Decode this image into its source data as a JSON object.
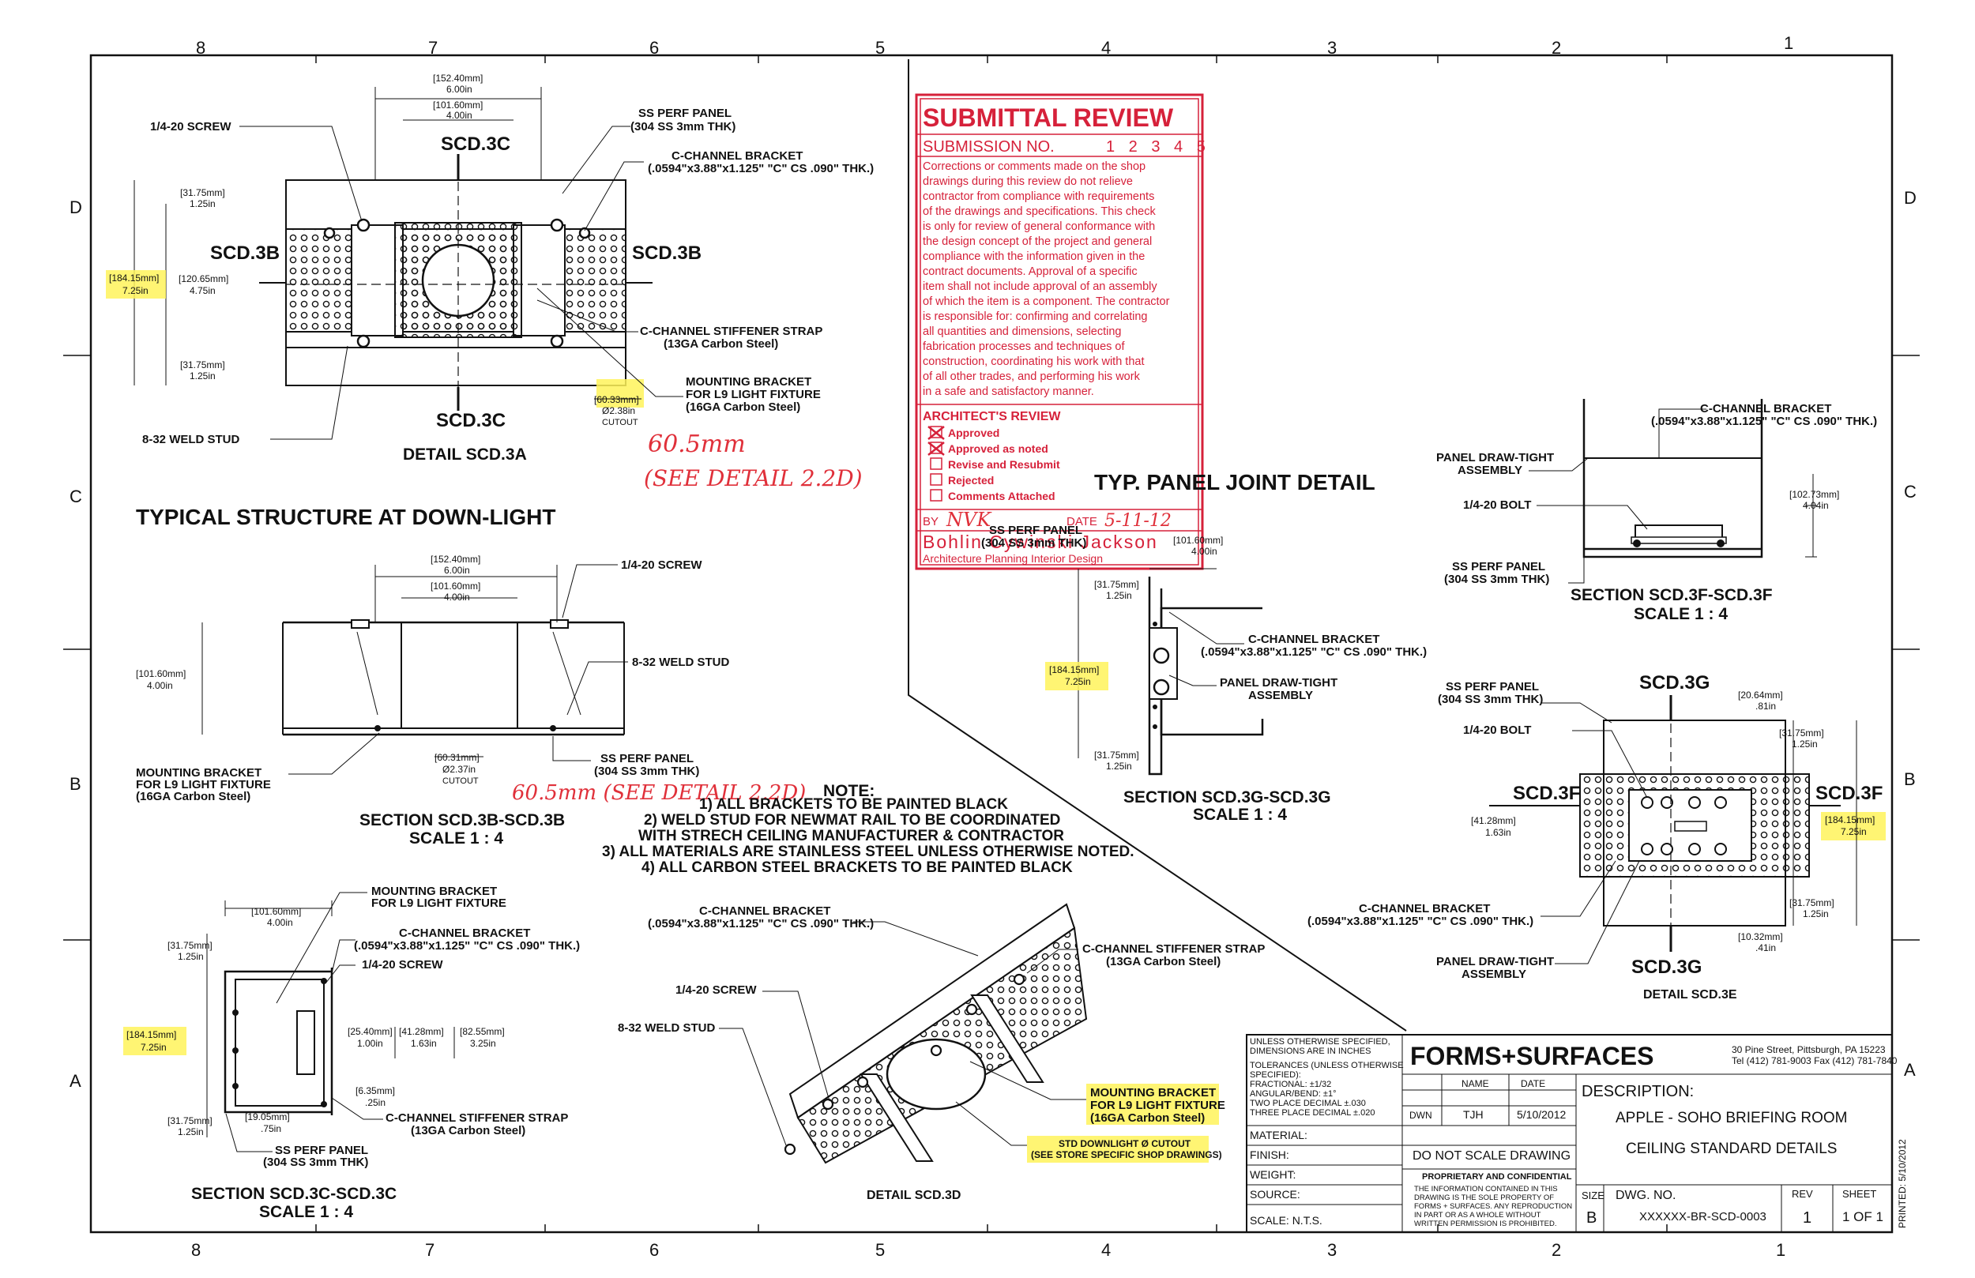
{
  "grid": {
    "columns": [
      "8",
      "7",
      "6",
      "5",
      "4",
      "3",
      "2",
      "1"
    ],
    "rows": [
      "D",
      "C",
      "B",
      "A"
    ]
  },
  "stamp": {
    "title": "SUBMITTAL REVIEW",
    "submission_label": "SUBMISSION NO.",
    "submission_numbers": "1 2 3 4 5",
    "body": [
      "Corrections or comments made on the shop",
      "drawings during this review do not relieve",
      "contractor from compliance with requirements",
      "of the drawings and specifications. This check",
      "is only for review of general conformance with",
      "the design concept of the project and general",
      "compliance with the information given in the",
      "contract documents. Approval of a specific",
      "item shall not include approval of an assembly",
      "of which the item is a component. The contractor",
      "is responsible for: confirming and correlating",
      "all quantities and dimensions, selecting",
      "fabrication processes and techniques of",
      "construction, coordinating his work with that",
      "of all other trades, and performing his work",
      "in a safe and satisfactory manner."
    ],
    "review_title": "ARCHITECT'S REVIEW",
    "options": [
      "Approved",
      "Approved as noted",
      "Revise and Resubmit",
      "Rejected",
      "Comments Attached"
    ],
    "by_label": "BY",
    "by_value": "NVK",
    "date_label": "DATE",
    "date_value": "5-11-12",
    "firm": "Bohlin Cywinski Jackson",
    "firm_sub": "Architecture Planning Interior Design"
  },
  "detail_3a": {
    "title": "DETAIL SCD.3A",
    "dim_top1": "[152.40mm]",
    "dim_top1b": "6.00in",
    "dim_top2": "[101.60mm]",
    "dim_top2b": "4.00in",
    "dim_l1": "[31.75mm]",
    "dim_l1b": "1.25in",
    "dim_l2": "[120.65mm]",
    "dim_l2b": "4.75in",
    "dim_l3": "[31.75mm]",
    "dim_l3b": "1.25in",
    "dim_h": "[184.15mm]",
    "dim_hb": "7.25in",
    "cut_dim": "[60.33mm]",
    "cut_dimb": "Ø2.38in",
    "cut_label": "CUTOUT",
    "sec_top": "SCD.3C",
    "sec_bot": "SCD.3C",
    "sec_left": "SCD.3B",
    "sec_right": "SCD.3B",
    "screw": "1/4-20 SCREW",
    "weld": "8-32 WELD STUD",
    "perf1": "SS PERF PANEL",
    "perf2": "(304 SS 3mm THK)",
    "cchan1": "C-CHANNEL BRACKET",
    "cchan2": "(.0594\"x3.88\"x1.125\" \"C\" CS .090\" THK.)",
    "strap1": "C-CHANNEL STIFFENER STRAP",
    "strap2": "(13GA Carbon Steel)",
    "mount1": "MOUNTING BRACKET",
    "mount2": "FOR L9 LIGHT FIXTURE",
    "mount3": "(16GA Carbon Steel)",
    "hand1": "60.5mm",
    "hand2": "(SEE DETAIL 2.2D)"
  },
  "typical_title": "TYPICAL STRUCTURE AT DOWN-LIGHT",
  "section_3b": {
    "title": "SECTION SCD.3B-SCD.3B",
    "scale": "SCALE 1 : 4",
    "dim_top1": "[152.40mm]",
    "dim_top1b": "6.00in",
    "dim_top2": "[101.60mm]",
    "dim_top2b": "4.00in",
    "dim_l": "[101.60mm]",
    "dim_lb": "4.00in",
    "cut_dim": "[60.31mm]",
    "cut_dimb": "Ø2.37in",
    "cut_label": "CUTOUT",
    "screw": "1/4-20 SCREW",
    "weld": "8-32 WELD STUD",
    "mount1": "MOUNTING BRACKET",
    "mount2": "FOR L9 LIGHT FIXTURE",
    "mount3": "(16GA Carbon Steel)",
    "perf1": "SS PERF PANEL",
    "perf2": "(304 SS 3mm THK)",
    "hand": "60.5mm (SEE DETAIL 2.2D)"
  },
  "notes": {
    "title": "NOTE:",
    "items": [
      "1) ALL BRACKETS TO BE PAINTED BLACK",
      "2) WELD STUD FOR NEWMAT RAIL TO BE COORDINATED",
      "WITH STRECH CEILING MANUFACTURER & CONTRACTOR",
      "3) ALL MATERIALS ARE STAINLESS STEEL UNLESS OTHERWISE NOTED.",
      "4) ALL CARBON STEEL BRACKETS TO BE PAINTED BLACK"
    ]
  },
  "section_3c": {
    "title": "SECTION SCD.3C-SCD.3C",
    "scale": "SCALE 1 : 4",
    "mount1": "MOUNTING BRACKET",
    "mount2": "FOR L9 LIGHT FIXTURE",
    "cchan1": "C-CHANNEL BRACKET",
    "cchan2": "(.0594\"x3.88\"x1.125\" \"C\" CS .090\" THK.)",
    "screw": "1/4-20 SCREW",
    "d_top": "[101.60mm]",
    "d_topb": "4.00in",
    "d_l1": "[31.75mm]",
    "d_l1b": "1.25in",
    "d_h": "[184.15mm]",
    "d_hb": "7.25in",
    "d_l2": "[31.75mm]",
    "d_l2b": "1.25in",
    "d_a": "[25.40mm]",
    "d_ab": "1.00in",
    "d_b": "[41.28mm]",
    "d_bb": "1.63in",
    "d_c": "[82.55mm]",
    "d_cb": "3.25in",
    "d_d": "[6.35mm]",
    "d_db": ".25in",
    "d_e": "[19.05mm]",
    "d_eb": ".75in",
    "strap1": "C-CHANNEL STIFFENER STRAP",
    "strap2": "(13GA Carbon Steel)",
    "perf1": "SS PERF PANEL",
    "perf2": "(304 SS 3mm THK)"
  },
  "detail_3d": {
    "title": "DETAIL SCD.3D",
    "cchan1": "C-CHANNEL BRACKET",
    "cchan2": "(.0594\"x3.88\"x1.125\" \"C\" CS .090\" THK.)",
    "strap1": "C-CHANNEL STIFFENER STRAP",
    "strap2": "(13GA Carbon Steel)",
    "screw": "1/4-20 SCREW",
    "weld": "8-32 WELD STUD",
    "mount1": "MOUNTING BRACKET",
    "mount2": "FOR L9 LIGHT FIXTURE",
    "mount3": "(16GA Carbon Steel)",
    "std1": "STD DOWNLIGHT Ø CUTOUT",
    "std2": "(SEE STORE SPECIFIC SHOP DRAWINGS)"
  },
  "joint_title": "TYP. PANEL JOINT DETAIL",
  "section_3g": {
    "title": "SECTION SCD.3G-SCD.3G",
    "scale": "SCALE 1 : 4",
    "perf1": "SS PERF PANEL",
    "perf2": "(304 SS 3mm THK)",
    "d_top": "[101.60mm]",
    "d_topb": "4.00in",
    "d_l1": "[31.75mm]",
    "d_l1b": "1.25in",
    "d_h": "[184.15mm]",
    "d_hb": "7.25in",
    "d_l2": "[31.75mm]",
    "d_l2b": "1.25in",
    "cchan1": "C-CHANNEL BRACKET",
    "cchan2": "(.0594\"x3.88\"x1.125\" \"C\" CS .090\" THK.)",
    "draw1": "PANEL DRAW-TIGHT",
    "draw2": "ASSEMBLY"
  },
  "section_3f": {
    "title": "SECTION SCD.3F-SCD.3F",
    "scale": "SCALE 1 : 4",
    "cchan1": "C-CHANNEL BRACKET",
    "cchan2": "(.0594\"x3.88\"x1.125\" \"C\" CS .090\" THK.)",
    "draw1": "PANEL DRAW-TIGHT",
    "draw2": "ASSEMBLY",
    "bolt": "1/4-20 BOLT",
    "perf1": "SS PERF PANEL",
    "perf2": "(304 SS 3mm THK)",
    "d_r": "[102.73mm]",
    "d_rb": "4.04in"
  },
  "detail_3e": {
    "title": "DETAIL SCD.3E",
    "sec_top": "SCD.3G",
    "sec_bot": "SCD.3G",
    "sec_left": "SCD.3F",
    "sec_right": "SCD.3F",
    "perf1": "SS PERF PANEL",
    "perf2": "(304 SS 3mm THK)",
    "bolt": "1/4-20 BOLT",
    "d_t": "[20.64mm]",
    "d_tb": ".81in",
    "d_r1": "[31.75mm]",
    "d_r1b": "1.25in",
    "d_h": "[184.15mm]",
    "d_hb": "7.25in",
    "d_l": "[41.28mm]",
    "d_lb": "1.63in",
    "d_r2": "[31.75mm]",
    "d_r2b": "1.25in",
    "d_b": "[10.32mm]",
    "d_bb": ".41in",
    "cchan1": "C-CHANNEL BRACKET",
    "cchan2": "(.0594\"x3.88\"x1.125\" \"C\" CS .090\" THK.)",
    "draw1": "PANEL DRAW-TIGHT",
    "draw2": "ASSEMBLY"
  },
  "title_block": {
    "unless1": "UNLESS OTHERWISE SPECIFIED,",
    "unless2": "DIMENSIONS ARE IN INCHES",
    "tol1": "TOLERANCES (UNLESS OTHERWISE",
    "tol2": "SPECIFIED):",
    "tol3": "FRACTIONAL: ±1/32",
    "tol4": "ANGULAR/BEND: ±1°",
    "tol5": "TWO PLACE DECIMAL   ±.030",
    "tol6": "THREE PLACE DECIMAL  ±.020",
    "brand": "FORMS+SURFACES",
    "address1": "30 Pine Street, Pittsburgh, PA 15223",
    "address2": "Tel (412) 781-9003 Fax (412) 781-7840",
    "name_h": "NAME",
    "date_h": "DATE",
    "dwn": "DWN",
    "dwn_name": "TJH",
    "dwn_date": "5/10/2012",
    "material": "MATERIAL:",
    "finish": "FINISH:",
    "weight": "WEIGHT:",
    "source": "SOURCE:",
    "scale": "SCALE: N.T.S.",
    "donot": "DO NOT SCALE DRAWING",
    "prop": "PROPRIETARY AND CONFIDENTIAL",
    "prop_text": [
      "THE INFORMATION CONTAINED IN THIS",
      "DRAWING IS THE SOLE PROPERTY OF",
      "FORMS + SURFACES.  ANY REPRODUCTION",
      "IN PART OR AS A WHOLE WITHOUT",
      "WRITTEN PERMISSION IS PROHIBITED."
    ],
    "desc_label": "DESCRIPTION:",
    "desc1": "APPLE - SOHO BRIEFING ROOM",
    "desc2": "CEILING STANDARD DETAILS",
    "size_l": "SIZE",
    "size_v": "B",
    "dwg_l": "DWG. NO.",
    "dwg_v": "XXXXXX-BR-SCD-0003",
    "rev_l": "REV",
    "rev_v": "1",
    "sheet_l": "SHEET",
    "sheet_v": "1 OF 1",
    "printed": "PRINTED: 5/10/2012"
  }
}
